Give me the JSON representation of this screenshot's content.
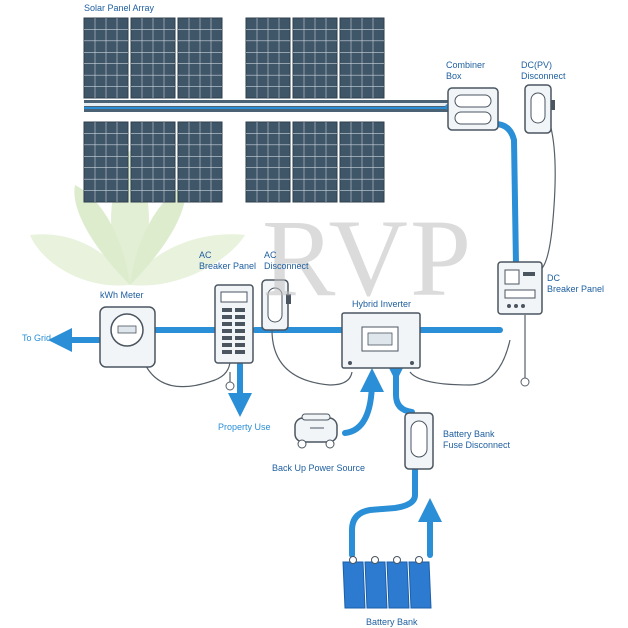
{
  "labels": {
    "solar_panel_array": "Solar Panel Array",
    "combiner_box_line1": "Combiner",
    "combiner_box_line2": "Box",
    "dc_pv_disconnect_line1": "DC(PV)",
    "dc_pv_disconnect_line2": "Disconnect",
    "ac_breaker_panel_line1": "AC",
    "ac_breaker_panel_line2": "Breaker Panel",
    "ac_disconnect_line1": "AC",
    "ac_disconnect_line2": "Disconnect",
    "dc_breaker_panel_line1": "DC",
    "dc_breaker_panel_line2": "Breaker Panel",
    "kwh_meter": "kWh Meter",
    "hybrid_inverter": "Hybrid Inverter",
    "to_grid": "To Grid",
    "property_use": "Property Use",
    "back_up_power_source": "Back Up Power Source",
    "battery_bank_fuse_line1": "Battery Bank",
    "battery_bank_fuse_line2": "Fuse Disconnect",
    "battery_bank": "Battery Bank"
  },
  "watermark": {
    "text": "RVP"
  },
  "colors": {
    "flow": "#2a8fd6",
    "panel_fill": "#3f5568",
    "panel_grid": "#c9d3dc",
    "device_stroke": "#4a5560",
    "device_fill": "#f2f5f8",
    "label": "#1f5fa0",
    "battery": "#2c7bd1",
    "watermark_leaf": "#d6e8c4"
  }
}
